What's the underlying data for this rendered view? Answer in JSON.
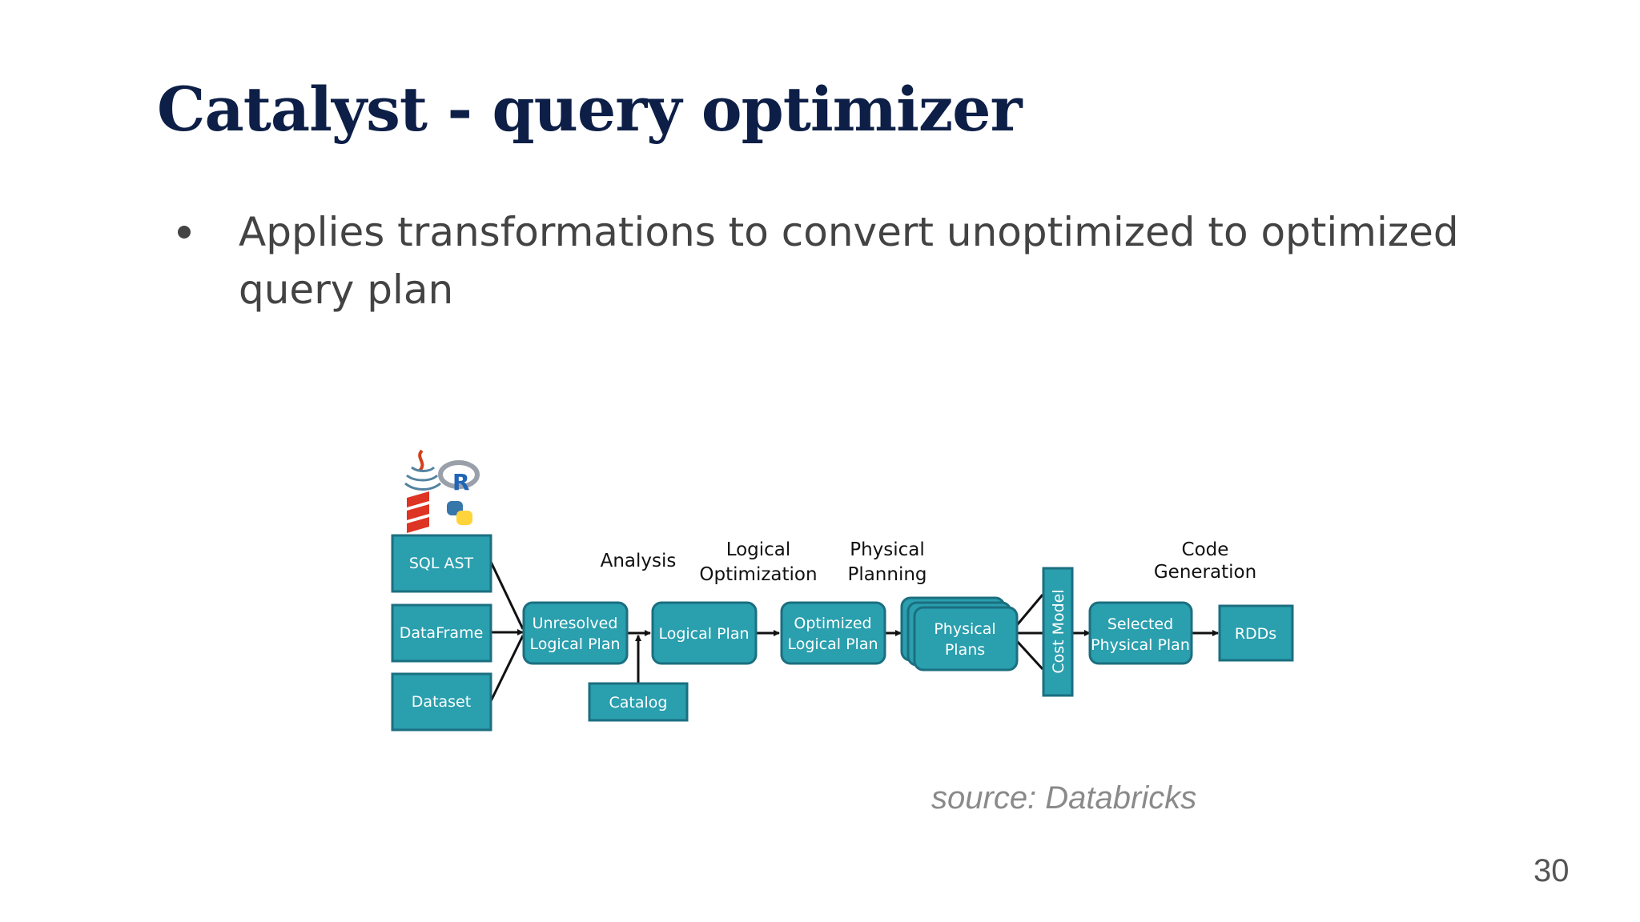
{
  "slide": {
    "title": "Catalyst - query optimizer",
    "bullets": [
      "Applies transformations to convert unoptimized to optimized query plan"
    ],
    "source": "source: Databricks",
    "page_number": "30"
  },
  "diagram": {
    "colors": {
      "box_fill": "#2a9fae",
      "box_stroke": "#1b6f80",
      "arrow": "#111111"
    },
    "language_icons": [
      "java-icon",
      "r-icon",
      "scala-icon",
      "python-icon"
    ],
    "inputs": [
      "SQL AST",
      "DataFrame",
      "Dataset"
    ],
    "stages": {
      "analysis": "Analysis",
      "logical_optimization": [
        "Logical",
        "Optimization"
      ],
      "physical_planning": [
        "Physical",
        "Planning"
      ],
      "code_generation": [
        "Code",
        "Generation"
      ]
    },
    "nodes": {
      "unresolved_logical_plan": [
        "Unresolved",
        "Logical Plan"
      ],
      "logical_plan": "Logical Plan",
      "optimized_logical_plan": [
        "Optimized",
        "Logical Plan"
      ],
      "physical_plans": [
        "Physical",
        "Plans"
      ],
      "cost_model": "Cost Model",
      "selected_physical_plan": [
        "Selected",
        "Physical Plan"
      ],
      "rdds": "RDDs",
      "catalog": "Catalog"
    }
  }
}
